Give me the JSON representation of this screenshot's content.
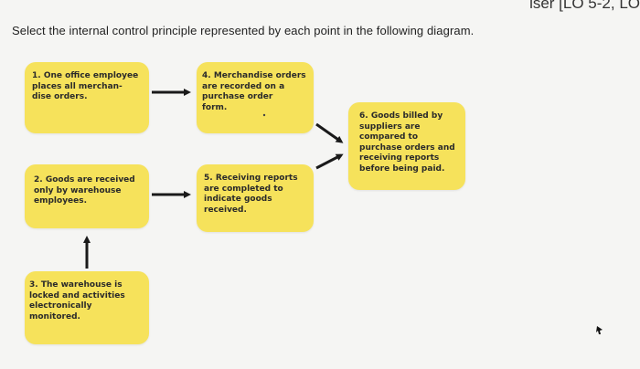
{
  "header": {
    "corner_fragment": "iser [LO 5-2, LO",
    "prompt": "Select the internal control principle represented by each point in the following diagram."
  },
  "diagram": {
    "box1": "1. One office employee\n   places all merchan-\n   dise orders.",
    "box2": "2. Goods are received\n    only by warehouse\n    employees.",
    "box3": "3. The warehouse is\n    locked and activities\n    electronically\n    monitored.",
    "box4": "4. Merchandise orders\n    are recorded on a\n    purchase order\n    form.",
    "box5": "5. Receiving reports\n    are completed to\n    indicate goods\n    received.",
    "box6": "6. Goods billed by\n    suppliers are\n    compared to\n    purchase orders and\n    receiving reports\n    before being paid."
  },
  "colors": {
    "box_fill": "#f6e25b",
    "arrow": "#1a1a1a",
    "background": "#f5f5f3"
  }
}
